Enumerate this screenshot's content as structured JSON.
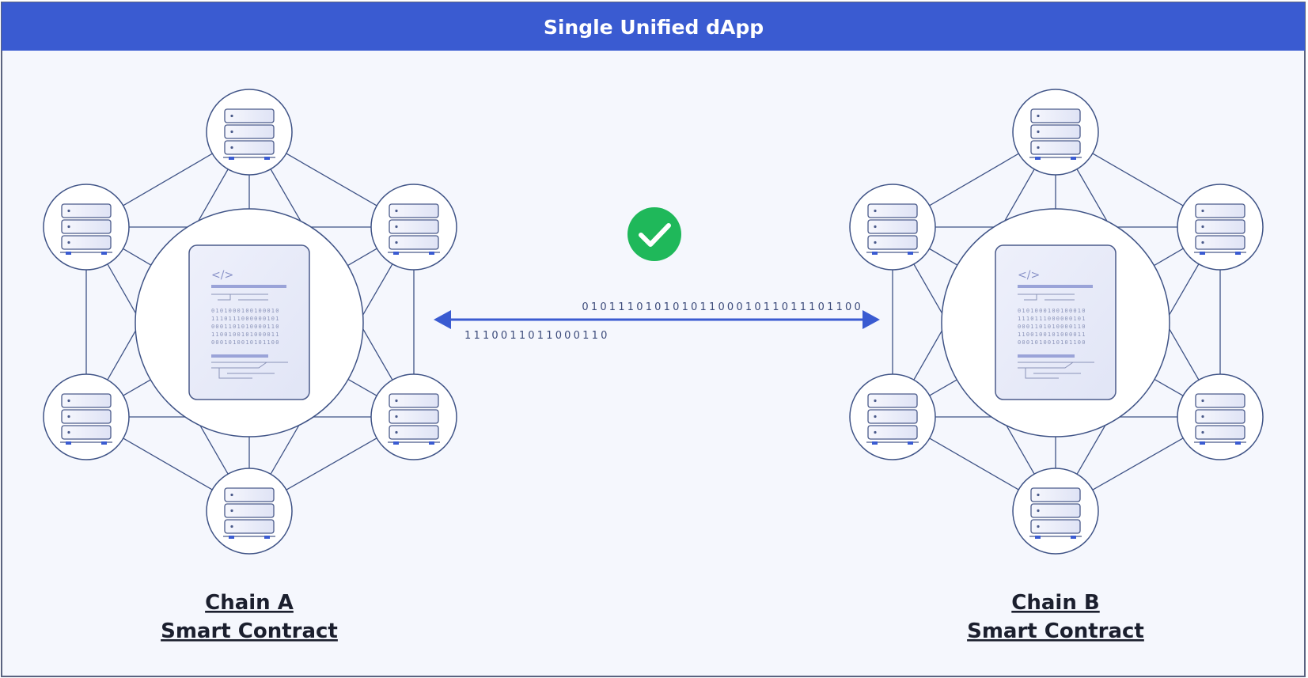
{
  "header": {
    "title": "Single Unified dApp"
  },
  "transfer": {
    "top_bits": "0101110101010110001011011101100",
    "bottom_bits": "1110011011000110",
    "status_icon": "check-circle-icon"
  },
  "chains": [
    {
      "name": "Chain A",
      "subtitle": "Smart Contract"
    },
    {
      "name": "Chain B",
      "subtitle": "Smart Contract"
    }
  ],
  "contract_doc": {
    "code_tag": "</>",
    "bit_rows": [
      "0101000100100010",
      "1110111000000101",
      "0001101010000110",
      "1100100101000011",
      "0001010010101100"
    ]
  },
  "colors": {
    "header": "#3a5bd1",
    "background": "#f5f7fd",
    "line": "#3f5386",
    "arrow": "#3a5bd1",
    "check": "#1fb85a"
  }
}
